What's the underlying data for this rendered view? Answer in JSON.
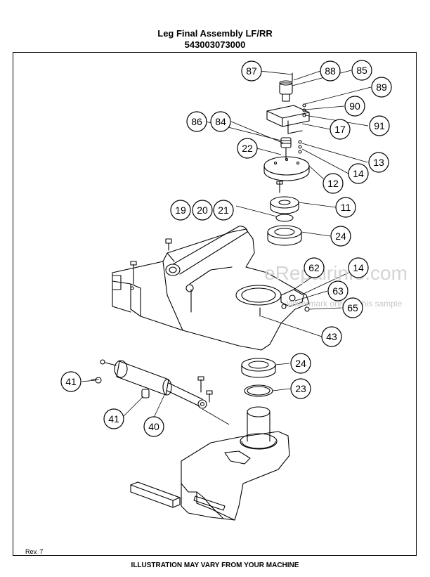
{
  "header": {
    "title": "Leg Final Assembly LF/RR",
    "part_number": "543003073000"
  },
  "watermark": {
    "site": "eRepairinfo.com",
    "note": "Watermark only on this sample"
  },
  "callouts": [
    "87",
    "88",
    "85",
    "89",
    "90",
    "91",
    "17",
    "86",
    "84",
    "22",
    "13",
    "14",
    "12",
    "11",
    "19",
    "20",
    "21",
    "24",
    "62",
    "14",
    "63",
    "65",
    "43",
    "24",
    "41",
    "23",
    "41",
    "40"
  ],
  "footer": {
    "revision": "Rev. 7",
    "disclaimer": "ILLUSTRATION MAY VARY FROM YOUR MACHINE"
  },
  "colors": {
    "line": "#000000",
    "watermark": "#cfcfcf"
  }
}
